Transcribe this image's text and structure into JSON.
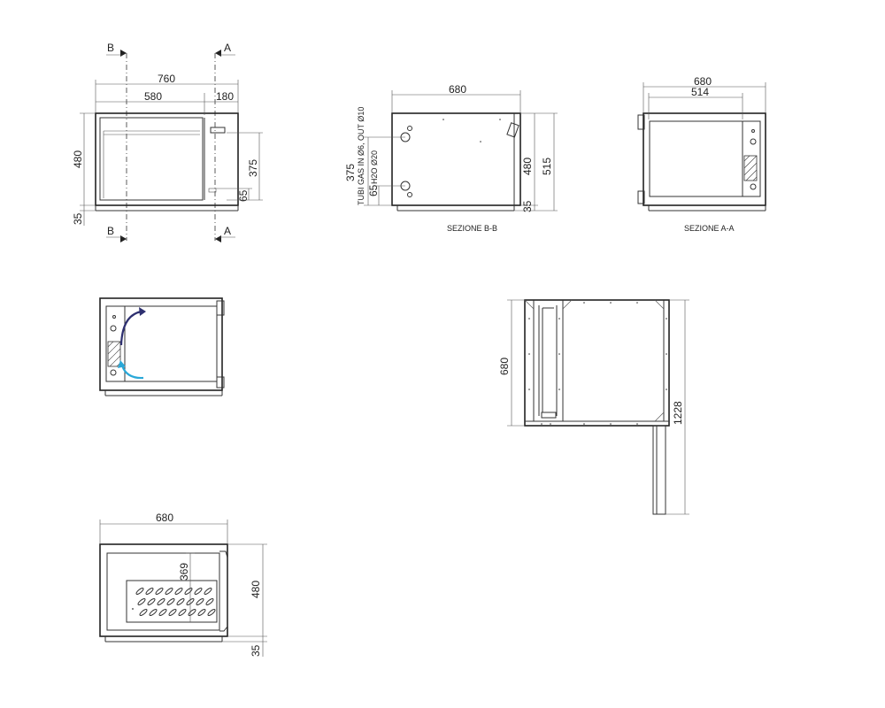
{
  "views": {
    "front": {
      "section_markers": [
        "B",
        "A",
        "B",
        "A"
      ],
      "dims": {
        "total_width": "760",
        "main_width": "580",
        "side_width": "180",
        "height": "480",
        "inner_height": "375",
        "base": "35",
        "pipe_offset": "65"
      }
    },
    "section_bb": {
      "caption": "SEZIONE B-B",
      "pipe_labels": {
        "gas": "TUBI GAS IN Ø6, OUT Ø10",
        "water": "H2O Ø20"
      },
      "dims": {
        "width": "680",
        "pipe_height": "375",
        "pipe_offset": "65",
        "height": "480",
        "total_height": "515",
        "base": "35"
      }
    },
    "section_aa": {
      "caption": "SEZIONE A-A",
      "dims": {
        "total_width": "680",
        "inner_width": "514"
      }
    },
    "airflow": {
      "arrow_colors": {
        "upper": "#2e3070",
        "lower": "#2aa8d8"
      }
    },
    "top_plan": {
      "dims": {
        "depth": "680",
        "length": "1228"
      }
    },
    "bottom_view": {
      "dims": {
        "width": "680",
        "grille_height": "369",
        "height": "480",
        "base": "35"
      }
    }
  }
}
